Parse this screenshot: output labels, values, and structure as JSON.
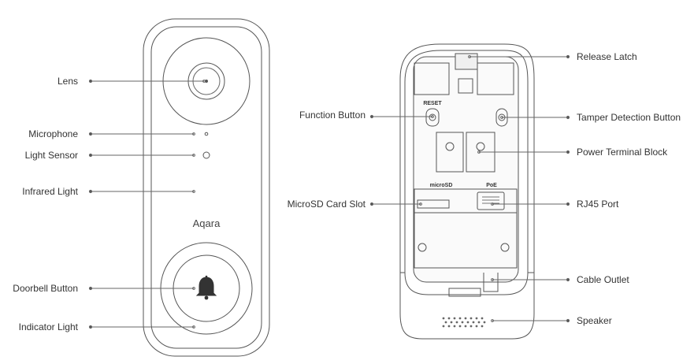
{
  "front_panel": {
    "brand": "Aqara",
    "callouts": [
      {
        "id": "lens",
        "label": "Lens"
      },
      {
        "id": "microphone",
        "label": "Microphone"
      },
      {
        "id": "light-sensor",
        "label": "Light Sensor"
      },
      {
        "id": "infrared-light",
        "label": "Infrared Light"
      },
      {
        "id": "doorbell-button",
        "label": "Doorbell Button"
      },
      {
        "id": "indicator-light",
        "label": "Indicator Light"
      }
    ]
  },
  "back_panel": {
    "reset_text": "RESET",
    "microsd_text": "microSD",
    "poe_text": "PoE",
    "callouts_left": [
      {
        "id": "function-button",
        "label": "Function Button"
      },
      {
        "id": "microsd-card-slot",
        "label": "MicroSD Card Slot"
      }
    ],
    "callouts_right": [
      {
        "id": "release-latch",
        "label": "Release Latch"
      },
      {
        "id": "tamper-detection-button",
        "label": "Tamper Detection Button"
      },
      {
        "id": "power-terminal-block",
        "label": "Power Terminal Block"
      },
      {
        "id": "rj45-port",
        "label": "RJ45 Port"
      },
      {
        "id": "cable-outlet",
        "label": "Cable Outlet"
      },
      {
        "id": "speaker",
        "label": "Speaker"
      }
    ]
  }
}
